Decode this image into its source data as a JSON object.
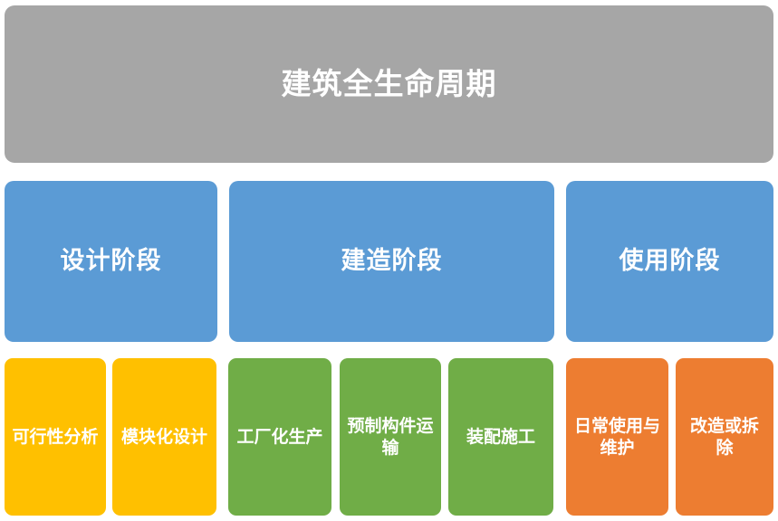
{
  "diagram": {
    "title": "建筑全生命周期",
    "type": "hierarchy-tree",
    "background_color": "#ffffff",
    "levels": [
      {
        "name": "root",
        "nodes": [
          {
            "label": "建筑全生命周期",
            "color": "#a6a6a6",
            "text_color": "#ffffff"
          }
        ]
      },
      {
        "name": "phases",
        "nodes": [
          {
            "label": "设计阶段",
            "color": "#5b9bd5",
            "text_color": "#ffffff"
          },
          {
            "label": "建造阶段",
            "color": "#5b9bd5",
            "text_color": "#ffffff"
          },
          {
            "label": "使用阶段",
            "color": "#5b9bd5",
            "text_color": "#ffffff"
          }
        ]
      },
      {
        "name": "tasks",
        "nodes": [
          {
            "label": "可行性分析",
            "color": "#ffc000",
            "text_color": "#ffffff",
            "parent": "设计阶段"
          },
          {
            "label": "模块化设计",
            "color": "#ffc000",
            "text_color": "#ffffff",
            "parent": "设计阶段"
          },
          {
            "label": "工厂化生产",
            "color": "#70ad47",
            "text_color": "#ffffff",
            "parent": "建造阶段"
          },
          {
            "label": "预制构件运输",
            "color": "#70ad47",
            "text_color": "#ffffff",
            "parent": "建造阶段"
          },
          {
            "label": "装配施工",
            "color": "#70ad47",
            "text_color": "#ffffff",
            "parent": "建造阶段"
          },
          {
            "label": "日常使用与维护",
            "color": "#ed7d31",
            "text_color": "#ffffff",
            "parent": "使用阶段"
          },
          {
            "label": "改造或拆除",
            "color": "#ed7d31",
            "text_color": "#ffffff",
            "parent": "使用阶段"
          }
        ]
      }
    ]
  }
}
